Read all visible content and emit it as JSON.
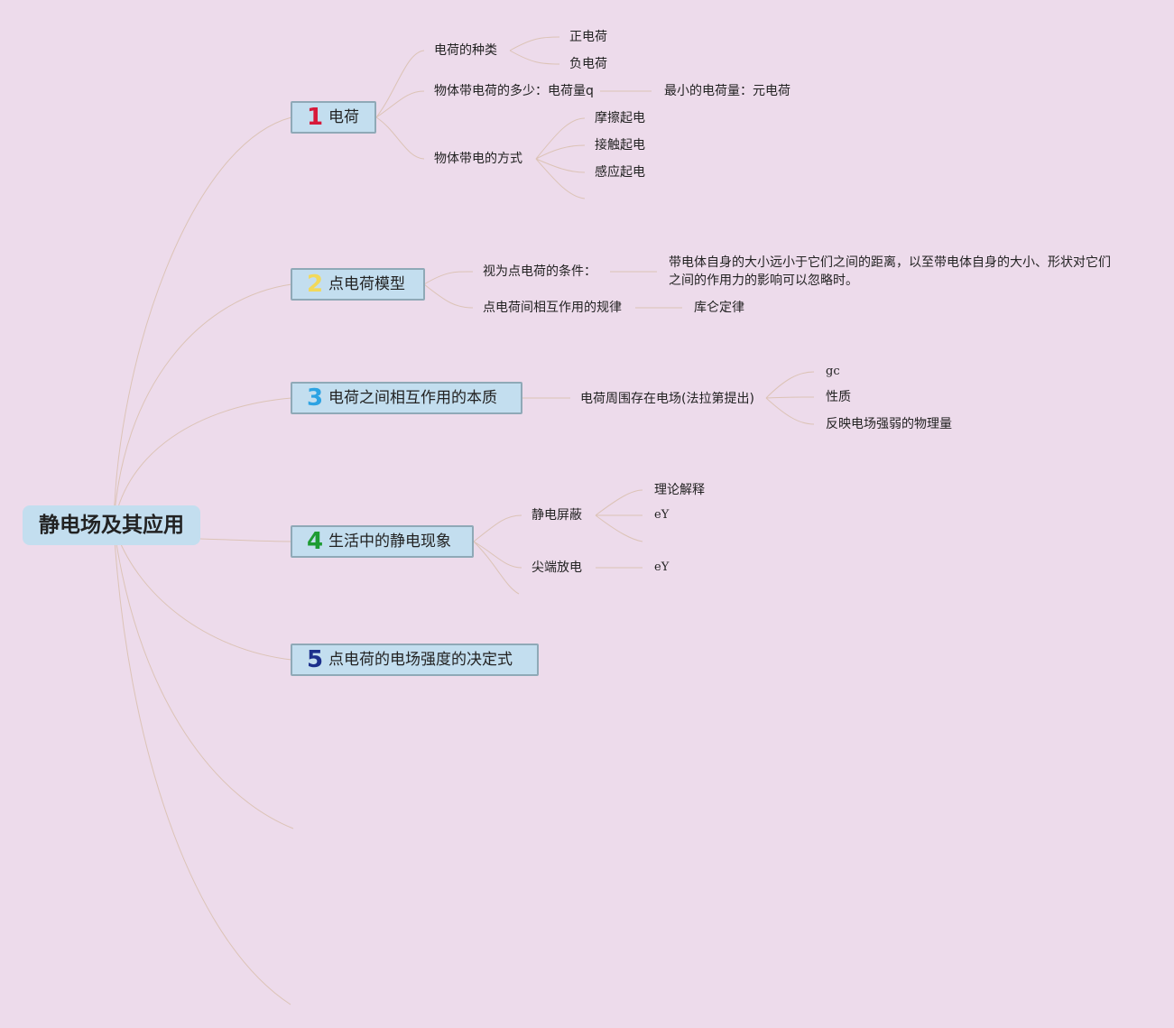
{
  "root": {
    "label": "静电场及其应用"
  },
  "topics": [
    {
      "num": "1",
      "label": "电荷",
      "num_color": "#d7193a"
    },
    {
      "num": "2",
      "label": "点电荷模型",
      "num_color": "#f2d95a"
    },
    {
      "num": "3",
      "label": "电荷之间相互作用的本质",
      "num_color": "#2da3e3"
    },
    {
      "num": "4",
      "label": "生活中的静电现象",
      "num_color": "#1e9c33"
    },
    {
      "num": "5",
      "label": "点电荷的电场强度的决定式",
      "num_color": "#1c2f8c"
    }
  ],
  "t1": {
    "kinds": "电荷的种类",
    "positive": "正电荷",
    "negative": "负电荷",
    "amount": "物体带电荷的多少：电荷量q",
    "elementary": "最小的电荷量：元电荷",
    "methods": "物体带电的方式",
    "friction": "摩擦起电",
    "contact": "接触起电",
    "induction": "感应起电"
  },
  "t2": {
    "condition": "视为点电荷的条件：",
    "condition_detail": "带电体自身的大小远小于它们之间的距离，以至带电体自身的大小、形状对它们之间的作用力的影响可以忽略时。",
    "law_title": "点电荷间相互作用的规律",
    "law": "库仑定律"
  },
  "t3": {
    "field": "电荷周围存在电场(法拉第提出)",
    "gc": "gc",
    "property": "性质",
    "quantity": "反映电场强弱的物理量"
  },
  "t4": {
    "shielding": "静电屏蔽",
    "theory": "理论解释",
    "ey1": "eY",
    "point_discharge": "尖端放电",
    "ey2": "eY"
  }
}
